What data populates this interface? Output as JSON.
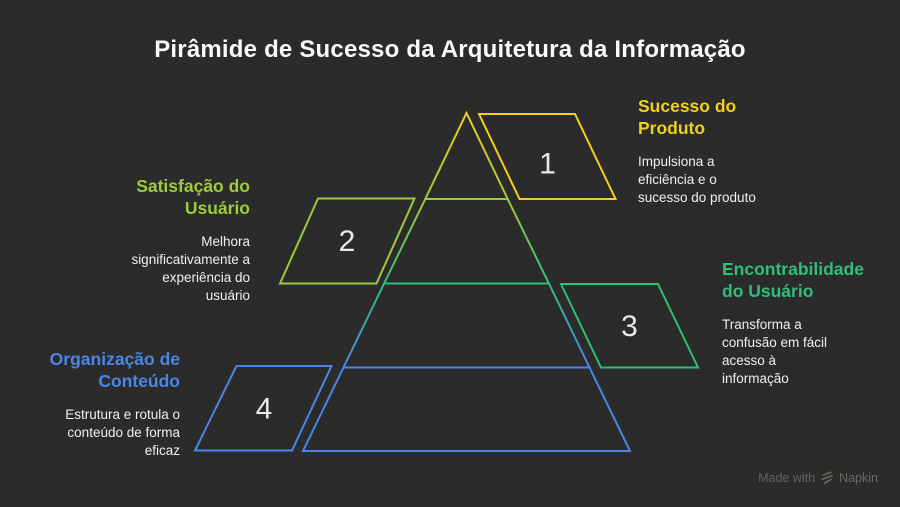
{
  "title": "Pirâmide de Sucesso da Arquitetura da Informação",
  "levels": [
    {
      "number": "1",
      "name": "Sucesso do Produto",
      "name_lines": [
        "Sucesso do",
        "Produto"
      ],
      "desc_lines": [
        "Impulsiona a",
        "eficiência e o",
        "sucesso do produto"
      ],
      "color": "#efd01d",
      "side": "right"
    },
    {
      "number": "2",
      "name": "Satisfação do Usuário",
      "name_lines": [
        "Satisfação do",
        "Usuário"
      ],
      "desc_lines": [
        "Melhora",
        "significativamente a",
        "experiência do",
        "usuário"
      ],
      "color": "#9fca3b",
      "side": "left"
    },
    {
      "number": "3",
      "name": "Encontrabilidade do Usuário",
      "name_lines": [
        "Encontrabilidade",
        "do Usuário"
      ],
      "desc_lines": [
        "Transforma a",
        "confusão em fácil",
        "acesso à",
        "informação"
      ],
      "color": "#2fbf77",
      "side": "right"
    },
    {
      "number": "4",
      "name": "Organização de Conteúdo",
      "name_lines": [
        "Organização de",
        "Conteúdo"
      ],
      "desc_lines": [
        "Estrutura e rotula o",
        "conteúdo de forma",
        "eficaz"
      ],
      "color": "#4a86e8",
      "side": "left"
    }
  ],
  "colors": {
    "background": "#2b2b2b",
    "yellow": "#efd01d",
    "lime": "#9fca3b",
    "green": "#2fbf77",
    "blue": "#4a86e8",
    "title_text": "#fafafa",
    "body_text": "#efefef",
    "number_text": "#e9e9e9",
    "watermark_text": "#63635b"
  },
  "watermark": {
    "made_with": "Made with",
    "brand": "Napkin"
  }
}
